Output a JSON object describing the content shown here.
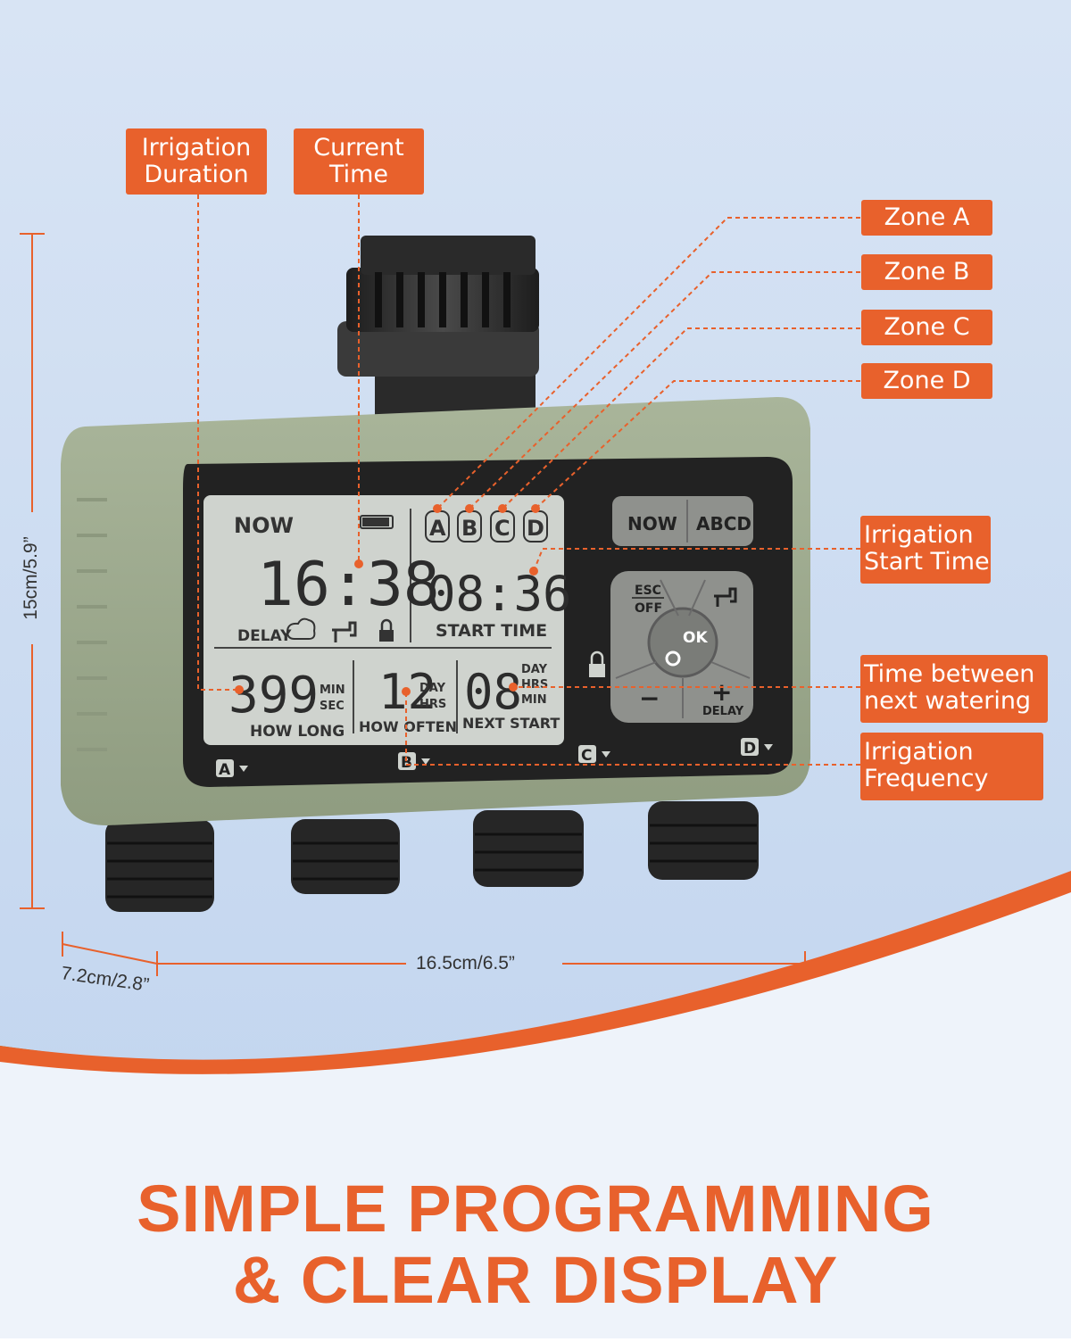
{
  "colors": {
    "accent": "#E8612C",
    "device_body": "#9EAA8E",
    "lcd": "#CFD3CE",
    "background_top": "#C9D9F0"
  },
  "callouts": {
    "irrigation_duration": "Irrigation Duration",
    "current_time": "Current Time",
    "zone_a": "Zone A",
    "zone_b": "Zone B",
    "zone_c": "Zone C",
    "zone_d": "Zone D",
    "irrigation_start_time": "Irrigation Start Time",
    "time_between": "Time between next watering",
    "irrigation_frequency": "Irrigation Frequency"
  },
  "dimensions": {
    "height": "15cm/5.9”",
    "width": "16.5cm/6.5”",
    "depth": "7.2cm/2.8”"
  },
  "lcd": {
    "now_label": "NOW",
    "clock": "16:38",
    "delay_label": "DELAY",
    "zones": [
      "A",
      "B",
      "C",
      "D"
    ],
    "start_time": "08:36",
    "start_time_label": "START TIME",
    "duration_value": "399",
    "duration_units": [
      "MIN",
      "SEC"
    ],
    "how_long_label": "HOW LONG",
    "frequency_value": "12",
    "frequency_units": [
      "DAY",
      "HRS"
    ],
    "how_often_label": "HOW OFTEN",
    "next_start_value": "08",
    "next_start_units": [
      "DAY",
      "HRS",
      "MIN"
    ],
    "next_start_label": "NEXT START"
  },
  "buttons": {
    "now": "NOW",
    "abcd": "ABCD",
    "esc": "ESC",
    "off": "OFF",
    "ok": "OK",
    "minus": "−",
    "plus": "+",
    "delay": "DELAY"
  },
  "outlets": [
    "A",
    "B",
    "C",
    "D"
  ],
  "headline": {
    "line1": "SIMPLE PROGRAMMING",
    "line2": "& CLEAR DISPLAY"
  }
}
